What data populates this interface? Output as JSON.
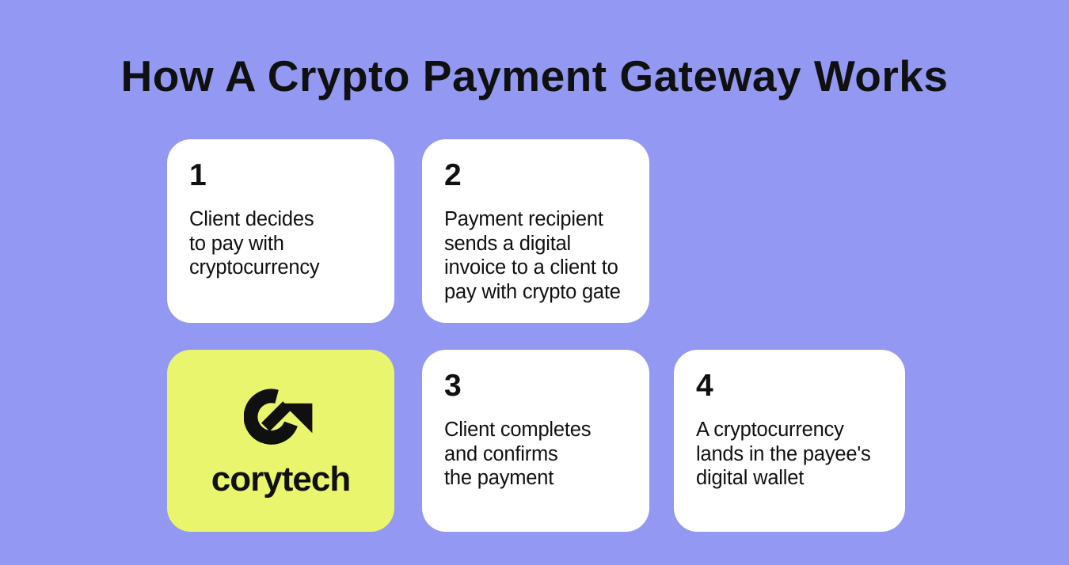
{
  "title": "How A Crypto Payment Gateway Works",
  "colors": {
    "background": "#9399F2",
    "card": "#FFFFFF",
    "accent": "#EAF56E",
    "text": "#101010"
  },
  "steps": [
    {
      "number": "1",
      "text": "Client decides\nto pay with\ncryptocurrency"
    },
    {
      "number": "2",
      "text": "Payment recipient\nsends a digital\ninvoice to a client to\npay with crypto gate"
    },
    {
      "number": "3",
      "text": "Client completes\nand confirms\nthe payment"
    },
    {
      "number": "4",
      "text": "A cryptocurrency\nlands in the payee's\ndigital wallet"
    }
  ],
  "brand": {
    "wordmark": "corytech",
    "logo_icon": "corytech-arrow-g-logo"
  }
}
